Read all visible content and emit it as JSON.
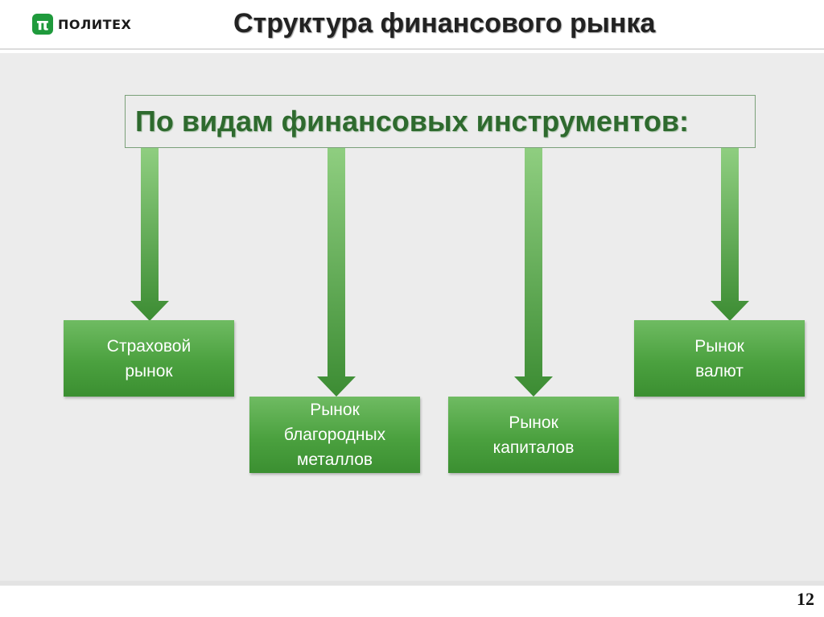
{
  "header": {
    "logo_mark": "π",
    "logo_text": "ПОЛИТЕХ",
    "title": "Структура финансового рынка"
  },
  "diagram": {
    "category": "По видам финансовых инструментов:",
    "items": [
      {
        "label": "Страховой\nрынок"
      },
      {
        "label": "Рынок\nблагородных\nметаллов"
      },
      {
        "label": "Рынок\nкапиталов"
      },
      {
        "label": "Рынок\nвалют"
      }
    ]
  },
  "footer": {
    "page_number": "12"
  },
  "colors": {
    "accent_green": "#4ba13f",
    "dark_green": "#2e6a2e",
    "panel_bg": "#ececec"
  }
}
